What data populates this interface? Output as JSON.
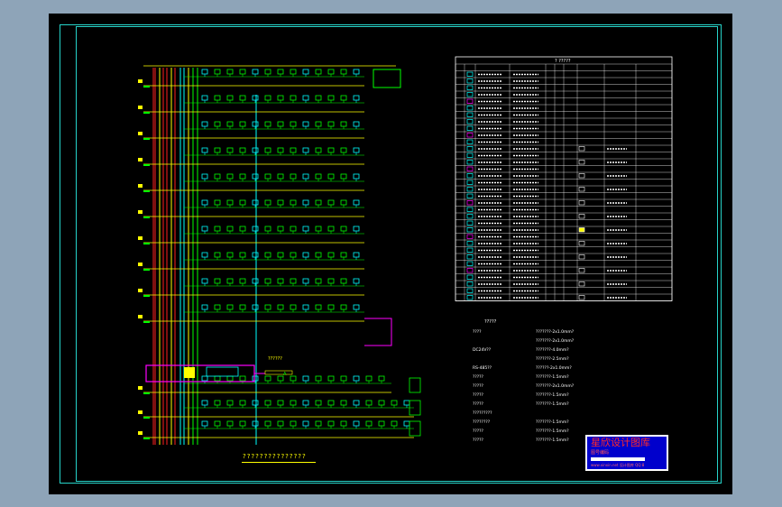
{
  "drawing": {
    "caption": "???????????????",
    "callout_label": "??????",
    "callout_sub": "A",
    "legend_title": "?  ?????"
  },
  "title_block": {
    "name": "星欣设计图库",
    "subtitle": "图号编码",
    "url": "www.xinxin.net 设计图库 QQ:8"
  },
  "colors": {
    "sheet": "#000000",
    "frame": "#26d3c9",
    "riser_red": "#ff2020",
    "riser_yellow": "#ffff00",
    "device_green": "#00ff00",
    "device_cyan": "#00ffff",
    "magenta": "#ff00ff",
    "background": "#8ea4b8"
  },
  "notes": {
    "header": "?????",
    "lines": [
      {
        "label": "????",
        "text": "???????-2x1.0mm?"
      },
      {
        "label": "",
        "text": "???????-2x1.0mm?"
      },
      {
        "label": "DC24V??",
        "text": "???????-4.0mm?"
      },
      {
        "label": "",
        "text": "???????-2.5mm?"
      },
      {
        "label": "RS-485??",
        "text": "??????-2x1.0mm?"
      },
      {
        "label": "?????",
        "text": "???????-1.5mm?"
      },
      {
        "label": "?????",
        "text": "???????-2x1.0mm?"
      },
      {
        "label": "?????",
        "text": "???????-1.5mm?"
      },
      {
        "label": "?????",
        "text": "???????-1.5mm?"
      },
      {
        "label": "?????????",
        "text": ""
      },
      {
        "label": "????????",
        "text": "???????-1.5mm?"
      },
      {
        "label": "?????",
        "text": "???????-1.5mm?"
      },
      {
        "label": "?????",
        "text": "???????-1.5mm?"
      }
    ]
  }
}
